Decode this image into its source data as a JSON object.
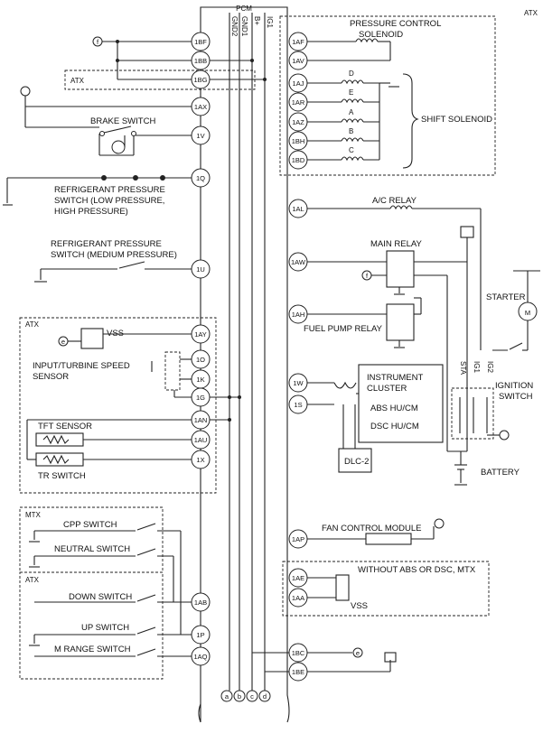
{
  "header": {
    "pcm": "PCM",
    "atx": "ATX"
  },
  "bus": {
    "gnd2": "GND2",
    "gnd1": "GND1",
    "bplus": "B+",
    "ig1": "IG1"
  },
  "bottom_taps": [
    "a",
    "b",
    "c",
    "d"
  ],
  "left_pins": [
    "1BF",
    "1BB",
    "1BG",
    "1AX",
    "1V",
    "1Q",
    "1U",
    "1AY",
    "1O",
    "1K",
    "1G",
    "1AN",
    "1AU",
    "1X",
    "1AB",
    "1P",
    "1AQ"
  ],
  "right_pins": [
    "1AF",
    "1AV",
    "1AJ",
    "1AR",
    "1AZ",
    "1BH",
    "1BD",
    "1AL",
    "1AW",
    "1AH",
    "1W",
    "1S",
    "1AP",
    "1AE",
    "1AA",
    "1BC",
    "1BE"
  ],
  "labels": {
    "atx_small": "ATX",
    "brake_switch": "BRAKE SWITCH",
    "ref_low_high_1": "REFRIGERANT PRESSURE",
    "ref_low_high_2": "SWITCH (LOW PRESSURE,",
    "ref_low_high_3": "HIGH PRESSURE)",
    "ref_med_1": "REFRIGERANT PRESSURE",
    "ref_med_2": "SWITCH (MEDIUM PRESSURE)",
    "atx_box": "ATX",
    "vss": "VSS",
    "input_turbine_1": "INPUT/TURBINE SPEED",
    "input_turbine_2": "SENSOR",
    "tft_sensor": "TFT SENSOR",
    "tr_switch": "TR SWITCH",
    "mtx": "MTX",
    "cpp_switch": "CPP SWITCH",
    "neutral_switch": "NEUTRAL SWITCH",
    "atx_lower": "ATX",
    "down_switch": "DOWN SWITCH",
    "up_switch": "UP SWITCH",
    "m_range_switch": "M RANGE SWITCH",
    "pcs_1": "PRESSURE CONTROL",
    "pcs_2": "SOLENOID",
    "solenoid_letters": [
      "D",
      "E",
      "A",
      "B",
      "C"
    ],
    "shift_solenoid": "SHIFT SOLENOID",
    "ac_relay": "A/C RELAY",
    "main_relay": "MAIN RELAY",
    "starter": "STARTER",
    "motor": "M",
    "fuel_pump_relay": "FUEL PUMP RELAY",
    "sta": "STA",
    "ig1": "IG1",
    "ig2": "IG2",
    "ignition_1": "IGNITION",
    "ignition_2": "SWITCH",
    "instrument_1": "INSTRUMENT",
    "instrument_2": "CLUSTER",
    "abs": "ABS HU/CM",
    "dsc": "DSC HU/CM",
    "dlc": "DLC-2",
    "battery": "BATTERY",
    "fan": "FAN CONTROL MODULE",
    "without_abs": "WITHOUT ABS OR DSC, MTX",
    "vss2": "VSS",
    "conn_f": "f",
    "conn_e": "e"
  }
}
